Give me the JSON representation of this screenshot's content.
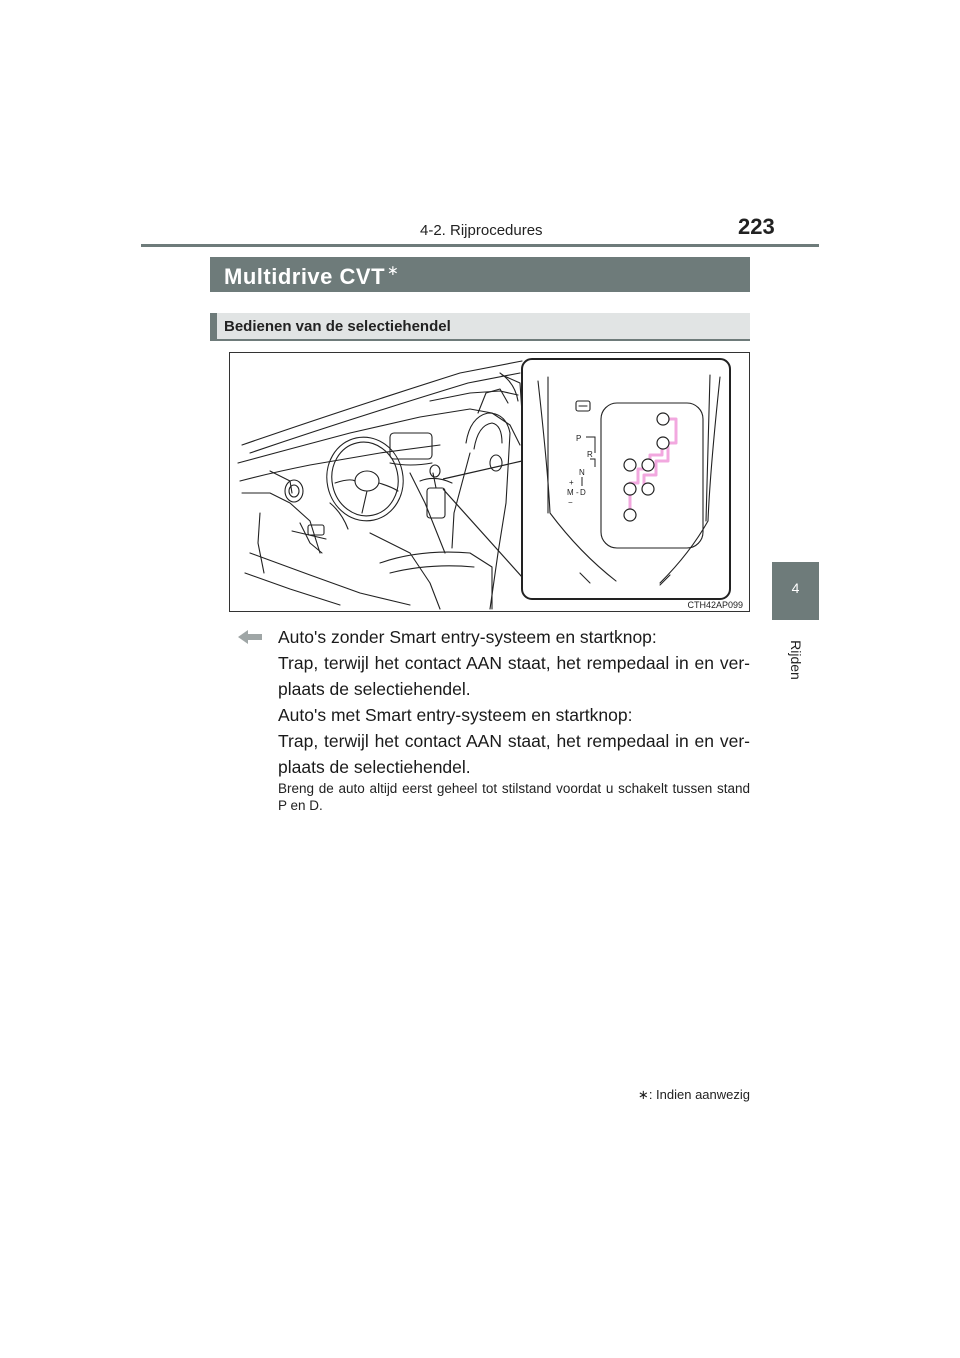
{
  "header": {
    "section": "4-2. Rijprocedures",
    "page_number": "223"
  },
  "side_tab": {
    "number": "4",
    "label": "Rijden"
  },
  "title": {
    "text": "Multidrive CVT",
    "marker": "∗"
  },
  "subsection": {
    "text": "Bedienen van de selectiehendel"
  },
  "figure": {
    "code": "CTH42AP099",
    "gate_labels": [
      "P",
      "R",
      "N",
      "+",
      "M",
      "-",
      "D",
      "−"
    ],
    "highlight_color": "#f2a8df"
  },
  "body": {
    "p1": "Auto's zonder Smart entry-systeem en startknop:",
    "p2": "Trap, terwijl het contact AAN staat, het rempedaal in en ver­plaats de selectiehendel.",
    "p3": "Auto's met Smart entry-systeem en startknop:",
    "p4": "Trap, terwijl het contact AAN staat, het rempedaal in en ver­plaats de selectiehendel.",
    "note": "Breng de auto altijd eerst geheel tot stilstand voordat u schakelt tus­sen stand P en D."
  },
  "footnote": {
    "marker": "∗",
    "text": ": Indien aanwezig"
  },
  "colors": {
    "accent_gray": "#6e7b7a",
    "sub_band": "#e1e4e4"
  }
}
